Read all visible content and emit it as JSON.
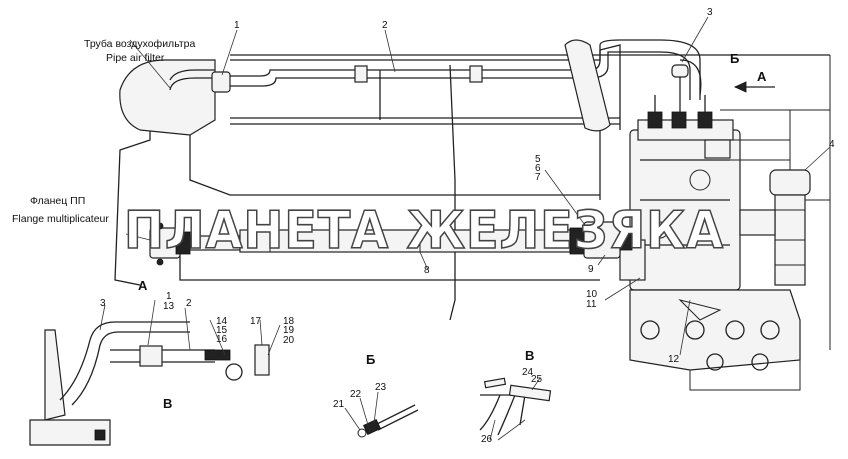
{
  "captions": {
    "air_filter_ru": "Труба воздухофильтра",
    "air_filter_en": "Pipe air filter",
    "flange_ru": "Фланец ПП",
    "flange_en": "Flange multiplicateur"
  },
  "view_letters": {
    "a_main": "А",
    "b_main": "Б",
    "a_detail": "А",
    "b_detail": "Б",
    "v_detail": "В",
    "v_inset": "В"
  },
  "callouts": {
    "n1": "1",
    "n2": "2",
    "n3": "3",
    "n4": "4",
    "n5": "5",
    "n6": "6",
    "n7": "7",
    "n8": "8",
    "n9": "9",
    "n10": "10",
    "n11": "11",
    "n12": "12",
    "a1": "1",
    "a13": "13",
    "a2": "2",
    "a3": "3",
    "a14": "14",
    "a15": "15",
    "a16": "16",
    "a17": "17",
    "a18": "18",
    "a19": "19",
    "a20": "20",
    "b21": "21",
    "b22": "22",
    "b23": "23",
    "v24": "24",
    "v25": "25",
    "v26": "26"
  },
  "watermark": "ПЛАНЕТА ЖЕЛЕЗЯКА"
}
